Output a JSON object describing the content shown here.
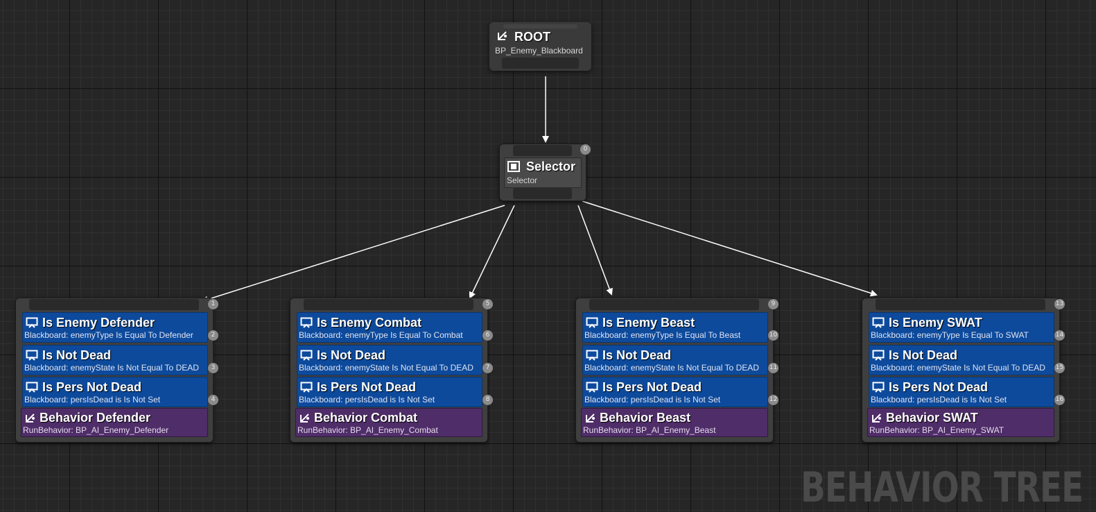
{
  "root": {
    "title": "ROOT",
    "blackboard": "BP_Enemy_Blackboard",
    "icon": "branch-icon"
  },
  "selector": {
    "title": "Selector",
    "subtitle": "Selector",
    "index": "0",
    "icon": "selector-icon"
  },
  "branches": [
    {
      "index": "1",
      "decorators": [
        {
          "title": "Is Enemy Defender",
          "desc": "Blackboard: enemyType Is Equal To Defender",
          "index": "2"
        },
        {
          "title": "Is Not Dead",
          "desc": "Blackboard: enemyState Is Not Equal To DEAD",
          "index": "3"
        },
        {
          "title": "Is Pers Not Dead",
          "desc": "Blackboard: persIsDead is Is Not Set",
          "index": "4"
        }
      ],
      "task": {
        "title": "Behavior Defender",
        "desc": "RunBehavior: BP_AI_Enemy_Defender"
      }
    },
    {
      "index": "5",
      "decorators": [
        {
          "title": "Is Enemy Combat",
          "desc": "Blackboard: enemyType Is Equal To Combat",
          "index": "6"
        },
        {
          "title": "Is Not Dead",
          "desc": "Blackboard: enemyState Is Not Equal To DEAD",
          "index": "7"
        },
        {
          "title": "Is Pers Not Dead",
          "desc": "Blackboard: persIsDead is Is Not Set",
          "index": "8"
        }
      ],
      "task": {
        "title": "Behavior Combat",
        "desc": "RunBehavior: BP_AI_Enemy_Combat"
      }
    },
    {
      "index": "9",
      "decorators": [
        {
          "title": "Is Enemy Beast",
          "desc": "Blackboard: enemyType Is Equal To Beast",
          "index": "10"
        },
        {
          "title": "Is Not Dead",
          "desc": "Blackboard: enemyState Is Not Equal To DEAD",
          "index": "11"
        },
        {
          "title": "Is Pers Not Dead",
          "desc": "Blackboard: persIsDead is Is Not Set",
          "index": "12"
        }
      ],
      "task": {
        "title": "Behavior Beast",
        "desc": "RunBehavior: BP_AI_Enemy_Beast"
      }
    },
    {
      "index": "13",
      "decorators": [
        {
          "title": "Is Enemy SWAT",
          "desc": "Blackboard: enemyType Is Equal To SWAT",
          "index": "14"
        },
        {
          "title": "Is Not Dead",
          "desc": "Blackboard: enemyState Is Not Equal To DEAD",
          "index": "15"
        },
        {
          "title": "Is Pers Not Dead",
          "desc": "Blackboard: persIsDead is Is Not Set",
          "index": "16"
        }
      ],
      "task": {
        "title": "Behavior SWAT",
        "desc": "RunBehavior: BP_AI_Enemy_SWAT"
      }
    }
  ],
  "watermark": "BEHAVIOR TREE",
  "colors": {
    "decorator": "#0d4a9c",
    "task": "#4f2d68",
    "node": "#3f3f3f",
    "grid": "#262626",
    "wire": "#ffffff"
  }
}
